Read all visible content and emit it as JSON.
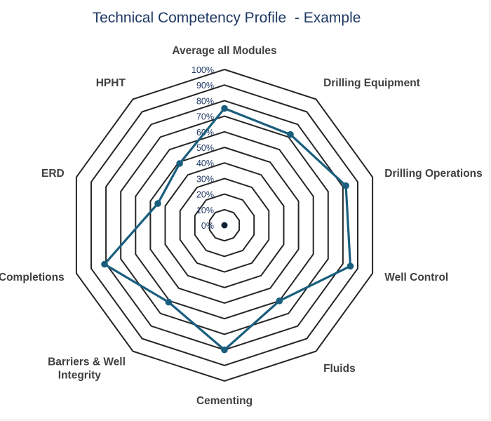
{
  "chart_data": {
    "type": "radar",
    "title": "Technical Competency Profile  - Example",
    "categories": [
      "Average all Modules",
      "Drilling Equipment",
      "Drilling Operations",
      "Well Control",
      "Fluids",
      "Cementing",
      "Barriers & Well Integrity",
      "Completions",
      "ERD",
      "HPHT"
    ],
    "series": [
      {
        "values": [
          0.75,
          0.72,
          0.82,
          0.85,
          0.6,
          0.8,
          0.61,
          0.81,
          0.45,
          0.49
        ]
      }
    ],
    "rlim": [
      0,
      1
    ],
    "ticks": [
      "0%",
      "10%",
      "20%",
      "30%",
      "40%",
      "50%",
      "60%",
      "70%",
      "80%",
      "90%",
      "100%"
    ],
    "grid": true,
    "legend": false,
    "series_color": "#1a5e7e",
    "grid_color": "#262626"
  }
}
